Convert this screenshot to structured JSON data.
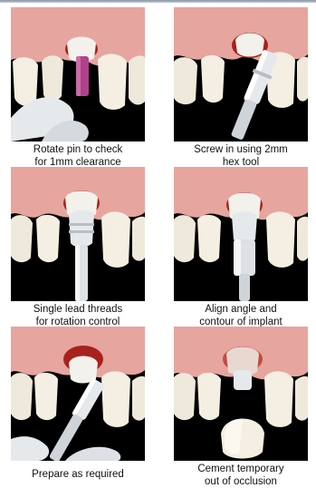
{
  "steps": [
    {
      "line1": "Rotate pin to check",
      "line2": "for 1mm clearance"
    },
    {
      "line1": "Screw in using 2mm",
      "line2": "hex tool"
    },
    {
      "line1": "Single lead threads",
      "line2": "for rotation control"
    },
    {
      "line1": "Align angle and",
      "line2": "contour of implant"
    },
    {
      "line1": "Prepare as required",
      "line2": ""
    },
    {
      "line1": "Cement temporary",
      "line2": "out of occlusion"
    }
  ],
  "colors": {
    "background": "#000000",
    "gum": "#e7a59f",
    "tooth": "#f4efe2",
    "socket_blood": "#a8211c",
    "pin": "#b0428c",
    "tool": "#e6e9ec"
  }
}
